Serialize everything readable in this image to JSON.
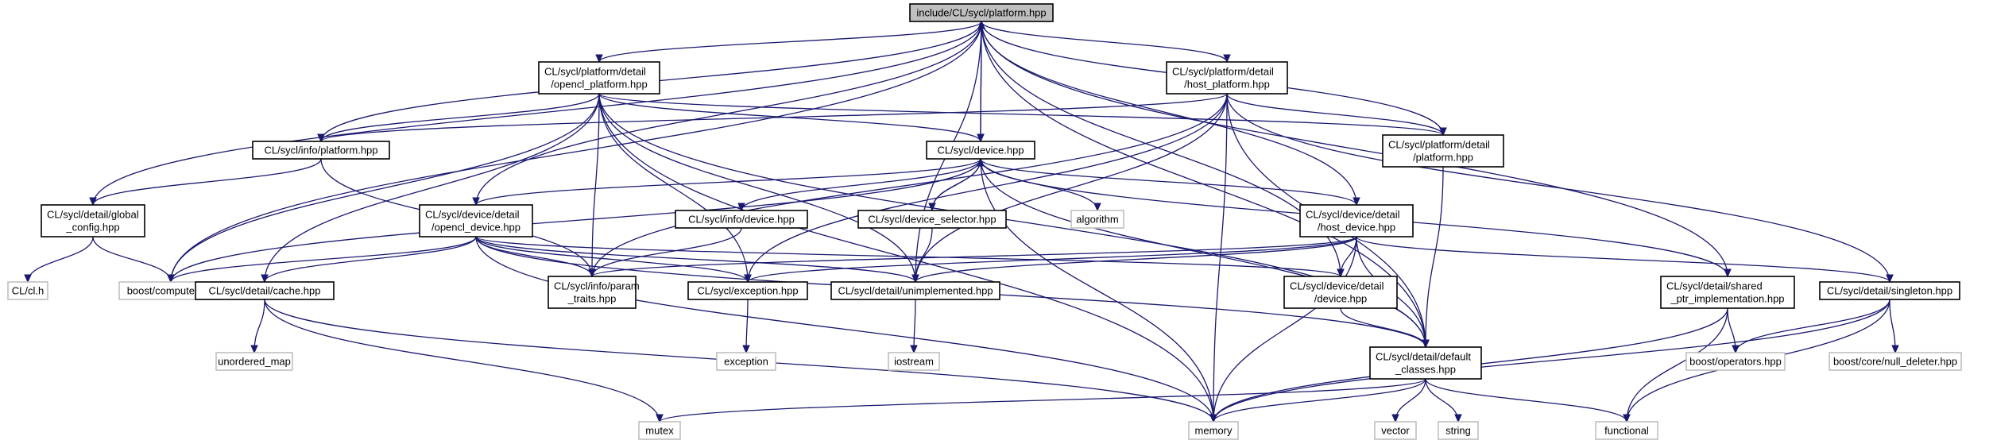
{
  "graph": {
    "nodes": [
      {
        "id": "root",
        "lines": [
          "include/CL/sycl/platform.hpp"
        ],
        "kind": "root"
      },
      {
        "id": "opencl_platform",
        "lines": [
          "CL/sycl/platform/detail",
          "/opencl_platform.hpp"
        ],
        "kind": "internal"
      },
      {
        "id": "host_platform",
        "lines": [
          "CL/sycl/platform/detail",
          "/host_platform.hpp"
        ],
        "kind": "internal"
      },
      {
        "id": "info_platform",
        "lines": [
          "CL/sycl/info/platform.hpp"
        ],
        "kind": "internal"
      },
      {
        "id": "device",
        "lines": [
          "CL/sycl/device.hpp"
        ],
        "kind": "internal"
      },
      {
        "id": "detail_platform",
        "lines": [
          "CL/sycl/platform/detail",
          "/platform.hpp"
        ],
        "kind": "internal"
      },
      {
        "id": "global_config",
        "lines": [
          "CL/sycl/detail/global",
          "_config.hpp"
        ],
        "kind": "internal"
      },
      {
        "id": "opencl_device",
        "lines": [
          "CL/sycl/device/detail",
          "/opencl_device.hpp"
        ],
        "kind": "internal"
      },
      {
        "id": "info_device",
        "lines": [
          "CL/sycl/info/device.hpp"
        ],
        "kind": "internal"
      },
      {
        "id": "device_selector",
        "lines": [
          "CL/sycl/device_selector.hpp"
        ],
        "kind": "internal"
      },
      {
        "id": "algorithm",
        "lines": [
          "algorithm"
        ],
        "kind": "external"
      },
      {
        "id": "host_device",
        "lines": [
          "CL/sycl/device/detail",
          "/host_device.hpp"
        ],
        "kind": "internal"
      },
      {
        "id": "cl_h",
        "lines": [
          "CL/cl.h"
        ],
        "kind": "external"
      },
      {
        "id": "boost_compute",
        "lines": [
          "boost/compute.hpp"
        ],
        "kind": "external"
      },
      {
        "id": "cache",
        "lines": [
          "CL/sycl/detail/cache.hpp"
        ],
        "kind": "internal"
      },
      {
        "id": "param_traits",
        "lines": [
          "CL/sycl/info/param",
          "_traits.hpp"
        ],
        "kind": "internal"
      },
      {
        "id": "exception_hpp",
        "lines": [
          "CL/sycl/exception.hpp"
        ],
        "kind": "internal"
      },
      {
        "id": "unimplemented",
        "lines": [
          "CL/sycl/detail/unimplemented.hpp"
        ],
        "kind": "internal"
      },
      {
        "id": "detail_device",
        "lines": [
          "CL/sycl/device/detail",
          "/device.hpp"
        ],
        "kind": "internal"
      },
      {
        "id": "shared_ptr_impl",
        "lines": [
          "CL/sycl/detail/shared",
          "_ptr_implementation.hpp"
        ],
        "kind": "internal"
      },
      {
        "id": "singleton",
        "lines": [
          "CL/sycl/detail/singleton.hpp"
        ],
        "kind": "internal"
      },
      {
        "id": "unordered_map",
        "lines": [
          "unordered_map"
        ],
        "kind": "external"
      },
      {
        "id": "exception",
        "lines": [
          "exception"
        ],
        "kind": "external"
      },
      {
        "id": "iostream",
        "lines": [
          "iostream"
        ],
        "kind": "external"
      },
      {
        "id": "default_classes",
        "lines": [
          "CL/sycl/detail/default",
          "_classes.hpp"
        ],
        "kind": "internal"
      },
      {
        "id": "boost_operators",
        "lines": [
          "boost/operators.hpp"
        ],
        "kind": "external"
      },
      {
        "id": "null_deleter",
        "lines": [
          "boost/core/null_deleter.hpp"
        ],
        "kind": "external"
      },
      {
        "id": "mutex",
        "lines": [
          "mutex"
        ],
        "kind": "external"
      },
      {
        "id": "memory",
        "lines": [
          "memory"
        ],
        "kind": "external"
      },
      {
        "id": "vector",
        "lines": [
          "vector"
        ],
        "kind": "external"
      },
      {
        "id": "string",
        "lines": [
          "string"
        ],
        "kind": "external"
      },
      {
        "id": "functional",
        "lines": [
          "functional"
        ],
        "kind": "external"
      }
    ],
    "edges": [
      [
        "root",
        "opencl_platform"
      ],
      [
        "root",
        "host_platform"
      ],
      [
        "root",
        "info_platform"
      ],
      [
        "root",
        "device"
      ],
      [
        "root",
        "global_config"
      ],
      [
        "root",
        "boost_compute"
      ],
      [
        "root",
        "unimplemented"
      ],
      [
        "root",
        "default_classes"
      ],
      [
        "root",
        "shared_ptr_impl"
      ],
      [
        "opencl_platform",
        "info_platform"
      ],
      [
        "opencl_platform",
        "device"
      ],
      [
        "opencl_platform",
        "detail_platform"
      ],
      [
        "opencl_platform",
        "cache"
      ],
      [
        "opencl_platform",
        "param_traits"
      ],
      [
        "opencl_platform",
        "exception_hpp"
      ],
      [
        "opencl_platform",
        "unimplemented"
      ],
      [
        "opencl_platform",
        "default_classes"
      ],
      [
        "opencl_platform",
        "memory"
      ],
      [
        "opencl_platform",
        "boost_compute"
      ],
      [
        "host_platform",
        "info_platform"
      ],
      [
        "host_platform",
        "detail_platform"
      ],
      [
        "host_platform",
        "singleton"
      ],
      [
        "host_platform",
        "param_traits"
      ],
      [
        "host_platform",
        "exception_hpp"
      ],
      [
        "host_platform",
        "unimplemented"
      ],
      [
        "host_platform",
        "default_classes"
      ],
      [
        "host_platform",
        "memory"
      ],
      [
        "info_platform",
        "global_config"
      ],
      [
        "info_platform",
        "param_traits"
      ],
      [
        "device",
        "root"
      ],
      [
        "device",
        "opencl_device"
      ],
      [
        "device",
        "info_device"
      ],
      [
        "device",
        "device_selector"
      ],
      [
        "device",
        "algorithm"
      ],
      [
        "device",
        "host_device"
      ],
      [
        "device",
        "shared_ptr_impl"
      ],
      [
        "device",
        "default_classes"
      ],
      [
        "device",
        "memory"
      ],
      [
        "device",
        "boost_compute"
      ],
      [
        "detail_platform",
        "root"
      ],
      [
        "detail_platform",
        "default_classes"
      ],
      [
        "global_config",
        "cl_h"
      ],
      [
        "global_config",
        "boost_compute"
      ],
      [
        "opencl_device",
        "root"
      ],
      [
        "opencl_device",
        "boost_compute"
      ],
      [
        "opencl_device",
        "cache"
      ],
      [
        "opencl_device",
        "param_traits"
      ],
      [
        "opencl_device",
        "exception_hpp"
      ],
      [
        "opencl_device",
        "unimplemented"
      ],
      [
        "opencl_device",
        "detail_device"
      ],
      [
        "opencl_device",
        "default_classes"
      ],
      [
        "opencl_device",
        "memory"
      ],
      [
        "info_device",
        "param_traits"
      ],
      [
        "device_selector",
        "device"
      ],
      [
        "device_selector",
        "unimplemented"
      ],
      [
        "host_device",
        "root"
      ],
      [
        "host_device",
        "param_traits"
      ],
      [
        "host_device",
        "exception_hpp"
      ],
      [
        "host_device",
        "unimplemented"
      ],
      [
        "host_device",
        "detail_device"
      ],
      [
        "host_device",
        "singleton"
      ],
      [
        "host_device",
        "default_classes"
      ],
      [
        "host_device",
        "memory"
      ],
      [
        "cache",
        "unordered_map"
      ],
      [
        "cache",
        "mutex"
      ],
      [
        "cache",
        "memory"
      ],
      [
        "exception_hpp",
        "exception"
      ],
      [
        "unimplemented",
        "iostream"
      ],
      [
        "detail_device",
        "root"
      ],
      [
        "detail_device",
        "default_classes"
      ],
      [
        "shared_ptr_impl",
        "boost_operators"
      ],
      [
        "shared_ptr_impl",
        "functional"
      ],
      [
        "shared_ptr_impl",
        "memory"
      ],
      [
        "singleton",
        "boost_operators"
      ],
      [
        "singleton",
        "null_deleter"
      ],
      [
        "singleton",
        "memory"
      ],
      [
        "singleton",
        "functional"
      ],
      [
        "default_classes",
        "memory"
      ],
      [
        "default_classes",
        "mutex"
      ],
      [
        "default_classes",
        "vector"
      ],
      [
        "default_classes",
        "string"
      ],
      [
        "default_classes",
        "functional"
      ]
    ]
  }
}
